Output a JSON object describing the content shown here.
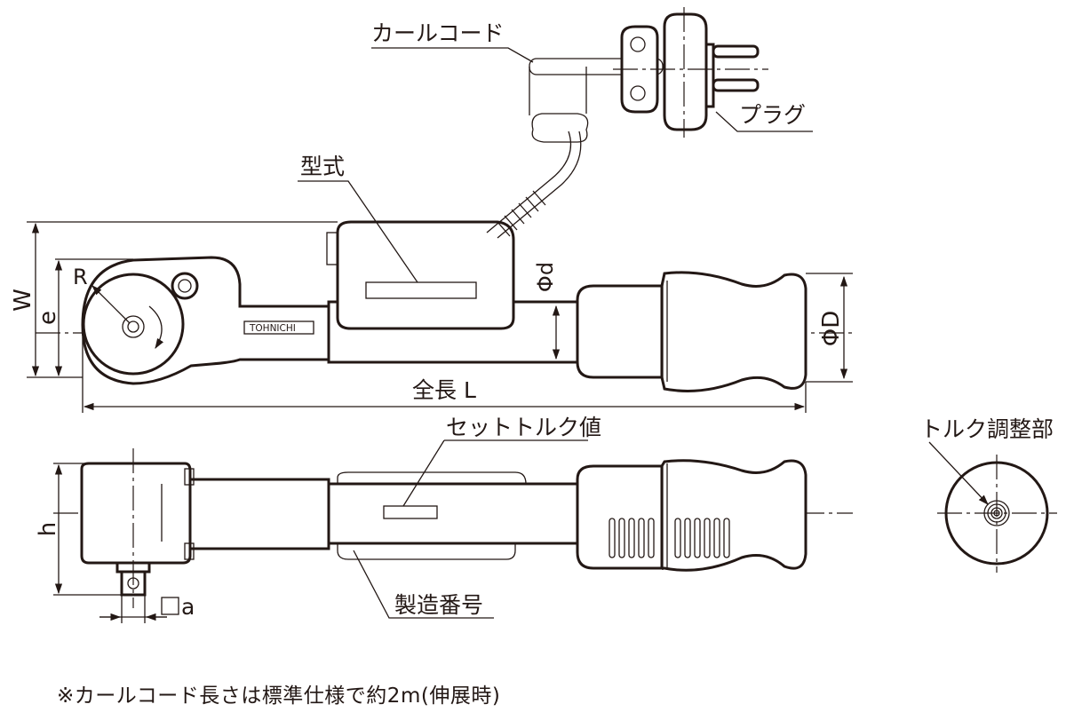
{
  "labels": {
    "curl_cord": "カールコード",
    "plug": "プラグ",
    "model": "型式",
    "set_torque": "セットトルク値",
    "serial_number": "製造番号",
    "torque_adjuster": "トルク調整部"
  },
  "dimensions": {
    "width": "W",
    "e": "e",
    "radius": "R",
    "phi_d": "Φd",
    "phi_D": "ΦD",
    "overall_length": "全長 L",
    "height": "h",
    "square_drive": "a"
  },
  "brand": "TOHNICHI",
  "footnote": "※カールコード長さは標準仕様で約2m(伸展時)"
}
